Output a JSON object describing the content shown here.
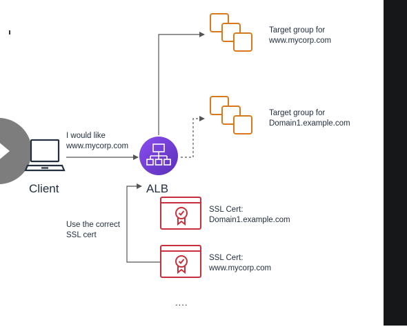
{
  "client": {
    "label": "Client",
    "request_line1": "I would like",
    "request_line2": "www.mycorp.com"
  },
  "alb": {
    "label": "ALB",
    "hint_line1": "Use the correct",
    "hint_line2": "SSL cert"
  },
  "target_groups": [
    {
      "line1": "Target group for",
      "line2": "www.mycorp.com"
    },
    {
      "line1": "Target group for",
      "line2": "Domain1.example.com"
    }
  ],
  "ssl_certs": [
    {
      "line1": "SSL Cert:",
      "line2": "Domain1.example.com"
    },
    {
      "line1": "SSL Cert:",
      "line2": "www.mycorp.com"
    }
  ],
  "more_indicator": "....",
  "colors": {
    "orange": "#d9791b",
    "red": "#c7303a",
    "purple": "#6e3fce",
    "line": "#555555",
    "text": "#232f3e",
    "panel": "#161718",
    "play_button": "#7d7d7d"
  },
  "icons": [
    "play-button-icon",
    "laptop-icon",
    "load-balancer-icon",
    "target-group-icon",
    "certificate-icon"
  ]
}
